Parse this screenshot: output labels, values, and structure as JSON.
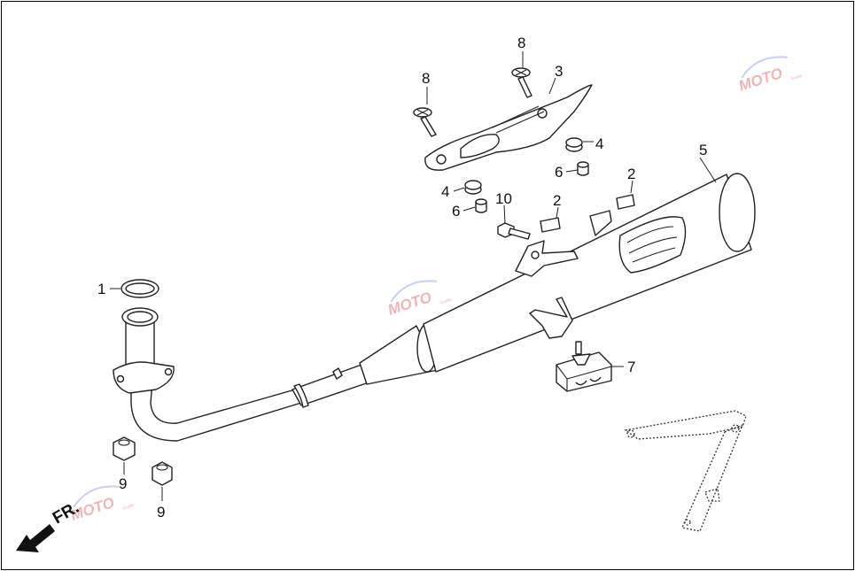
{
  "callouts": [
    {
      "id": "1",
      "text": "1"
    },
    {
      "id": "2a",
      "text": "2"
    },
    {
      "id": "2b",
      "text": "2"
    },
    {
      "id": "3",
      "text": "3"
    },
    {
      "id": "4a",
      "text": "4"
    },
    {
      "id": "4b",
      "text": "4"
    },
    {
      "id": "5",
      "text": "5"
    },
    {
      "id": "6a",
      "text": "6"
    },
    {
      "id": "6b",
      "text": "6"
    },
    {
      "id": "7",
      "text": "7"
    },
    {
      "id": "8a",
      "text": "8"
    },
    {
      "id": "8b",
      "text": "8"
    },
    {
      "id": "9a",
      "text": "9"
    },
    {
      "id": "9b",
      "text": "9"
    },
    {
      "id": "10",
      "text": "10"
    }
  ],
  "direction_marker": {
    "text": "FR."
  },
  "watermark": {
    "text": "MOTO",
    "subtext": "Guide",
    "color": "#e8a0a0"
  },
  "colors": {
    "line": "#222222",
    "background": "#ffffff"
  }
}
